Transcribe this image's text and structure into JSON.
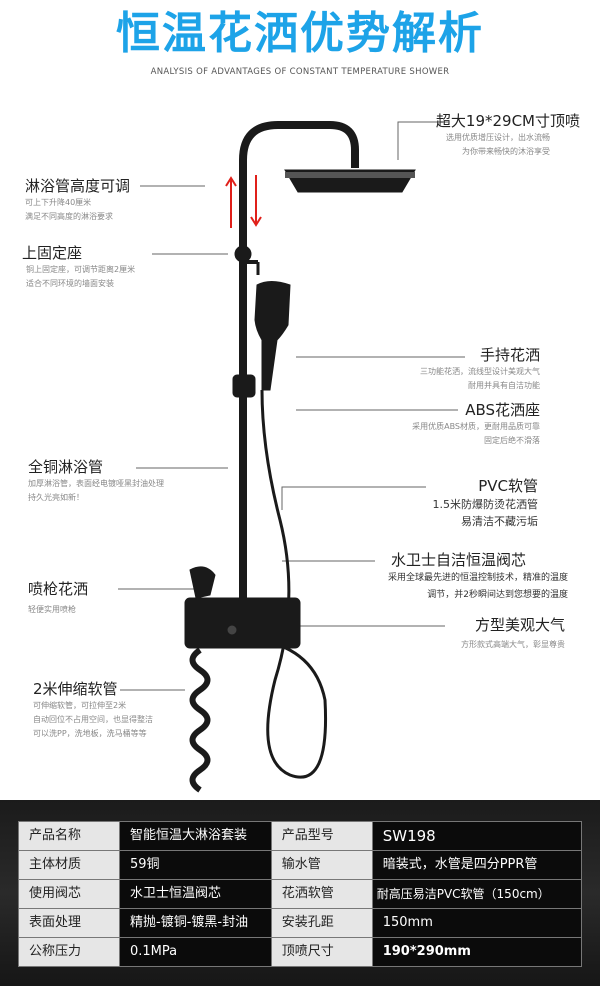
{
  "header": {
    "title": "恒温花洒优势解析",
    "subtitle": "ANALYSIS OF ADVANTAGES OF CONSTANT TEMPERATURE SHOWER"
  },
  "features_left": [
    {
      "title": "淋浴管高度可调",
      "desc": [
        "可上下升降40厘米",
        "满足不同高度的淋浴要求"
      ]
    },
    {
      "title": "上固定座",
      "desc": [
        "铜上固定座，可调节距离2厘米",
        "适合不同环境的墙面安装"
      ]
    },
    {
      "title": "全铜淋浴管",
      "desc": [
        "加厚淋浴管，表面经电镀哑黑封油处理",
        "持久光亮如新！"
      ]
    },
    {
      "title": "喷枪花洒",
      "desc": [
        "轻便实用喷枪"
      ]
    },
    {
      "title": "2米伸缩软管",
      "desc": [
        "可伸缩软管，可拉伸至2米",
        "自动回位不占用空间，也显得整洁",
        "可以洗PP，洗地板，洗马桶等等"
      ]
    }
  ],
  "features_right": [
    {
      "title": "超大19*29CM寸顶喷",
      "desc": [
        "选用优质增压设计，出水流畅",
        "为你带来畅快的沐浴享受"
      ]
    },
    {
      "title": "手持花洒",
      "desc": [
        "三功能花洒，流线型设计美观大气",
        "耐用并具有自洁功能"
      ]
    },
    {
      "title": "ABS花洒座",
      "desc": [
        "采用优质ABS材质，更耐用品质可靠",
        "固定后绝不滑落"
      ]
    },
    {
      "title": "PVC软管",
      "desc": [
        "1.5米防爆防烫花洒管",
        "易清洁不藏污垢"
      ]
    },
    {
      "title": "水卫士自洁恒温阀芯",
      "desc": [
        "采用全球最先进的恒温控制技术，精准的温度",
        "调节，并2秒瞬间达到您想要的温度"
      ]
    },
    {
      "title": "方型美观大气",
      "desc": [
        "方形款式高端大气，彰显尊贵"
      ]
    }
  ],
  "specs": [
    [
      "产品名称",
      "智能恒温大淋浴套装",
      "产品型号",
      "SW198"
    ],
    [
      "主体材质",
      "59铜",
      "输水管",
      "暗装式，水管是四分PPR管"
    ],
    [
      "使用阀芯",
      "水卫士恒温阀芯",
      "花洒软管",
      "耐高压易洁PVC软管（150cm）"
    ],
    [
      "表面处理",
      "精抛-镀铜-镀黑-封油",
      "安装孔距",
      "150mm"
    ],
    [
      "公称压力",
      "0.1MPa",
      "顶喷尺寸",
      "190*290mm"
    ]
  ],
  "colors": {
    "title": "#1da3e8",
    "arrow": "#e0201a"
  }
}
